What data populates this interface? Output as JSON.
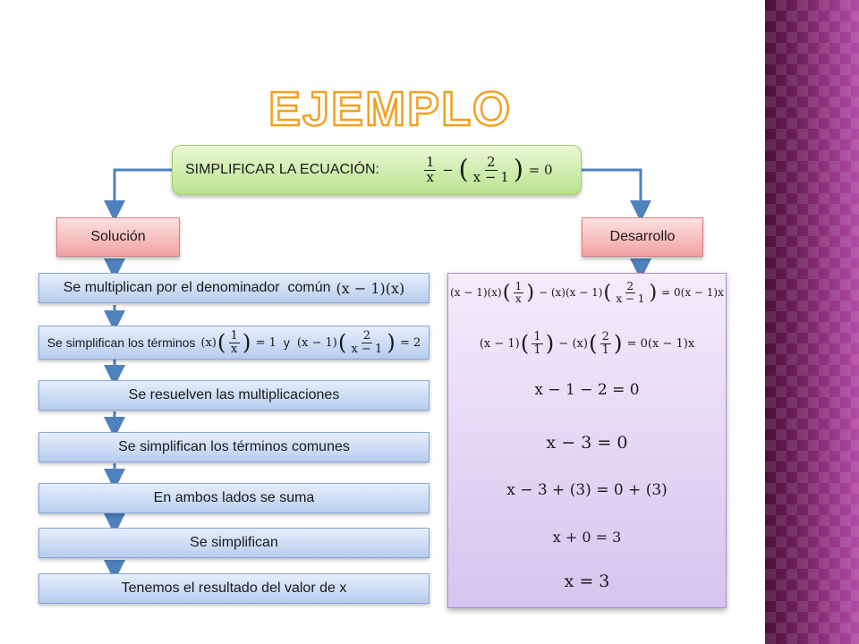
{
  "title": "EJEMPLO",
  "header": {
    "label": "SIMPLIFICAR LA ECUACIÓN:",
    "equation": "1/x − (2/(x − 1)) = 0"
  },
  "left_column": {
    "heading": "Solución",
    "steps": [
      "Se multiplican por el denominador  común",
      "Se simplifican los términos",
      "Se resuelven las multiplicaciones",
      "Se simplifican los términos comunes",
      "En ambos lados se suma",
      "Se simplifican",
      "Tenemos el resultado del valor de x"
    ],
    "step1_expr": "(x − 1)(x)",
    "step2_conj": "y"
  },
  "right_column": {
    "heading": "Desarrollo",
    "equations": [
      "(x − 1)(x)(1/x) − (x)(x − 1)(2/(x − 1)) = 0(x − 1)x",
      "(x − 1)(1/1) − (x)(2/1) = 0(x − 1)x",
      "x − 1 − 2 = 0",
      "x − 3 = 0",
      "x − 3 + (3) = 0 + (3)",
      "x + 0 = 3",
      "x = 3"
    ]
  },
  "colors": {
    "title_outline": "#f0a020",
    "top_box": "#b9e38e",
    "red_box": "#f2a2a2",
    "blue_box": "#b7cdef",
    "purple_panel": "#d6c4ee",
    "arrow": "#4f81bd",
    "side_strip": "#7a2569"
  }
}
